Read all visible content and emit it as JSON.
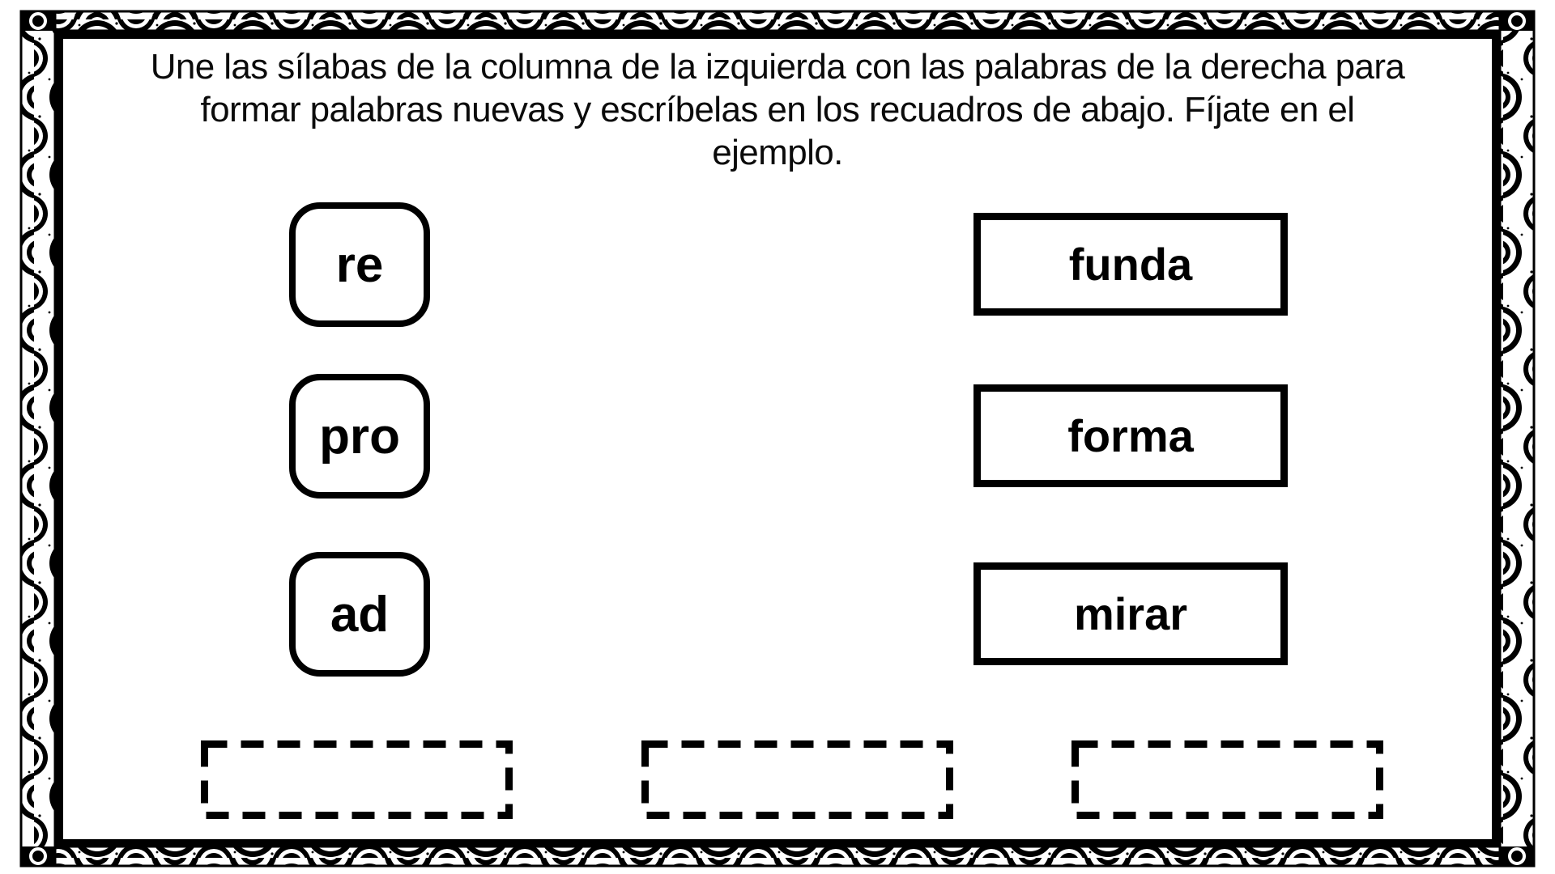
{
  "colors": {
    "ink": "#000000",
    "paper": "#ffffff"
  },
  "worksheet": {
    "instructions": "Une las sílabas de la columna de la izquierda con las palabras de la derecha para formar palabras nuevas y escríbelas en los recuadros de abajo. Fíjate en el ejemplo.",
    "instruction_lines": [
      "Une las sílabas de la columna de la izquierda con las palabras de la derecha para",
      "formar palabras nuevas y escríbelas en los recuadros de abajo. Fíjate en el",
      "ejemplo."
    ],
    "syllables": [
      {
        "label": "re"
      },
      {
        "label": "pro"
      },
      {
        "label": "ad"
      }
    ],
    "words": [
      {
        "label": "funda"
      },
      {
        "label": "forma"
      },
      {
        "label": "mirar"
      }
    ],
    "answer_boxes": [
      {
        "value": ""
      },
      {
        "value": ""
      },
      {
        "value": ""
      }
    ]
  }
}
